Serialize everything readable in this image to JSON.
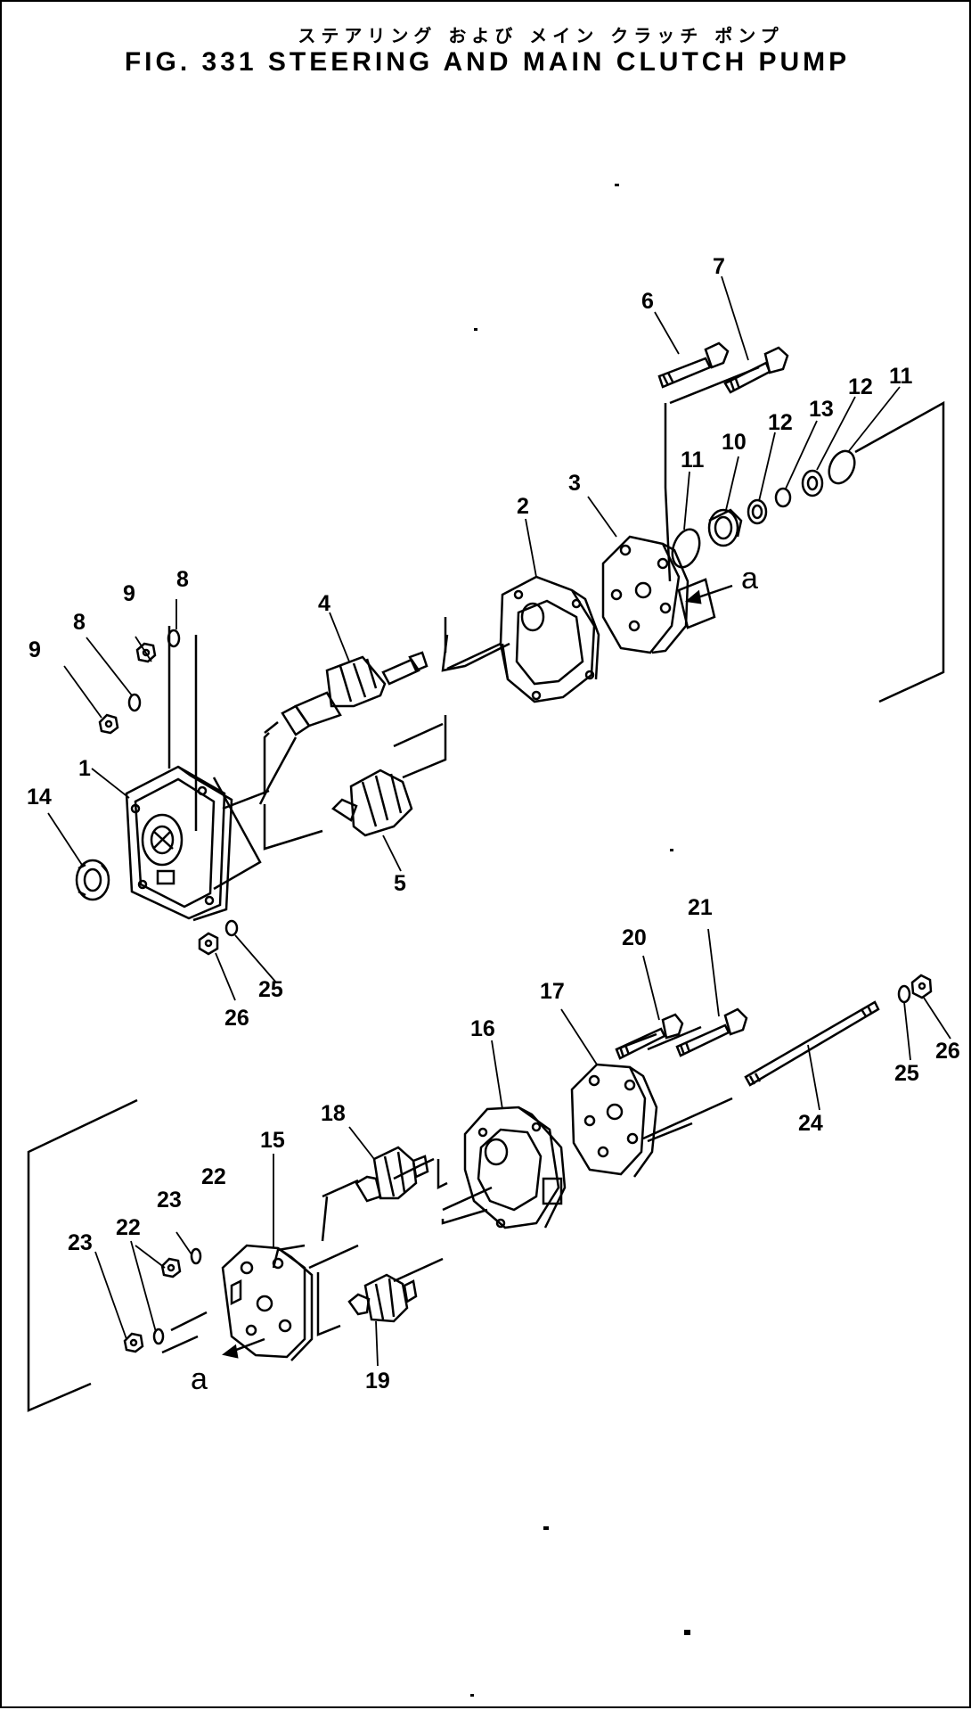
{
  "header": {
    "title_jp": "ステアリング および メイン クラッチ ポンプ",
    "title_en": "FIG. 331  STEERING AND MAIN CLUTCH PUMP"
  },
  "callouts": {
    "c1": "1",
    "c2": "2",
    "c3": "3",
    "c4": "4",
    "c5": "5",
    "c6": "6",
    "c7": "7",
    "c8a": "8",
    "c8b": "8",
    "c9a": "9",
    "c9b": "9",
    "c10": "10",
    "c11a": "11",
    "c11b": "11",
    "c12a": "12",
    "c12b": "12",
    "c13": "13",
    "c14": "14",
    "c15": "15",
    "c16": "16",
    "c17": "17",
    "c18": "18",
    "c19": "19",
    "c20": "20",
    "c21": "21",
    "c22a": "22",
    "c22b": "22",
    "c23a": "23",
    "c23b": "23",
    "c24": "24",
    "c25a": "25",
    "c25b": "25",
    "c26a": "26",
    "c26b": "26",
    "arrow_a_top": "a",
    "arrow_a_bottom": "a"
  }
}
